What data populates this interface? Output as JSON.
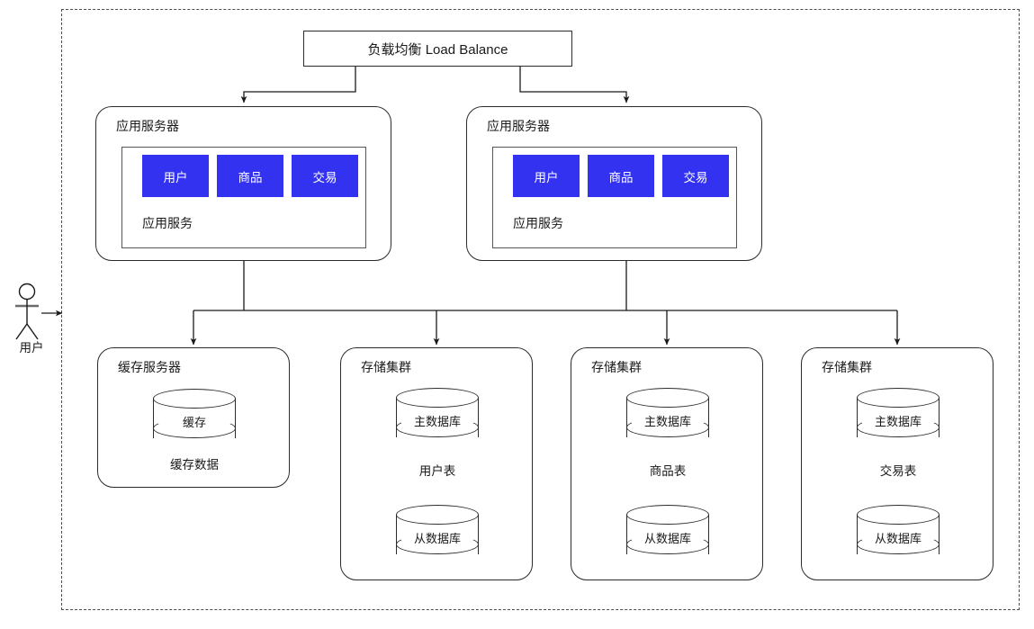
{
  "diagram": {
    "title_bar": "负载均衡 Load Balance",
    "actor": {
      "label": "用户",
      "icon": "user-actor-icon"
    },
    "colors": {
      "service_blue": "#3232f0",
      "stroke": "#2b2b2b",
      "boundary_dash": "#4d4d4d"
    },
    "load_balancer": {
      "label": "负载均衡 Load Balance"
    },
    "app_servers": [
      {
        "title": "应用服务器",
        "services": [
          "用户",
          "商品",
          "交易"
        ],
        "inner_label": "应用服务"
      },
      {
        "title": "应用服务器",
        "services": [
          "用户",
          "商品",
          "交易"
        ],
        "inner_label": "应用服务"
      }
    ],
    "cache_server": {
      "title": "缓存服务器",
      "cylinder": "缓存",
      "caption": "缓存数据"
    },
    "storage_clusters": [
      {
        "title": "存储集群",
        "master": "主数据库",
        "caption": "用户表",
        "slave": "从数据库"
      },
      {
        "title": "存储集群",
        "master": "主数据库",
        "caption": "商品表",
        "slave": "从数据库"
      },
      {
        "title": "存储集群",
        "master": "主数据库",
        "caption": "交易表",
        "slave": "从数据库"
      }
    ]
  }
}
